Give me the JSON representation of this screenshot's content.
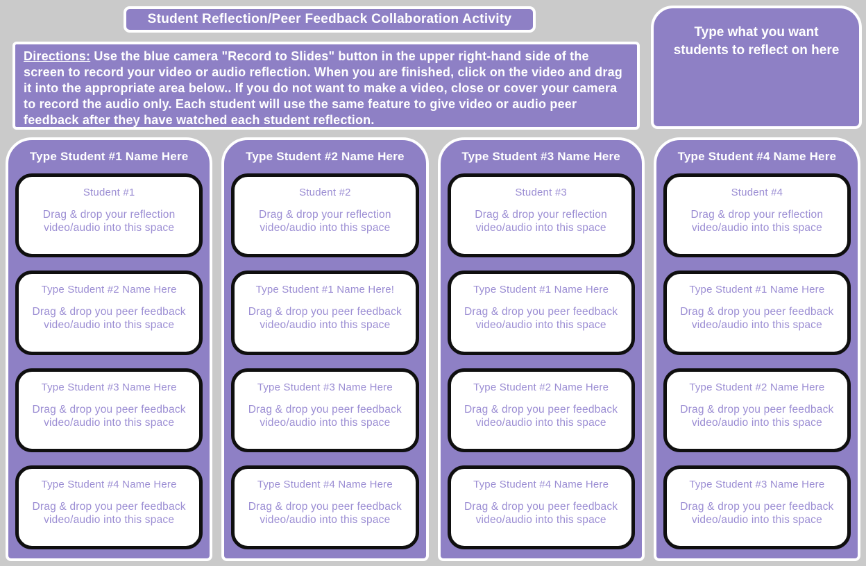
{
  "page": {
    "title": "Student Reflection/Peer Feedback Collaboration Activity"
  },
  "directions": {
    "label": "Directions:",
    "body": " Use the blue camera \"Record to Slides\" button in the upper right-hand side of the screen to record your video or audio reflection. When you are finished, click on the video and drag it into the appropriate area below.. If you do not want to make a video, close or cover your camera to record the audio only. Each student will use the same feature to give video or audio peer feedback after they have watched each student reflection."
  },
  "reflection_topic_box": {
    "text": "Type what you want students to reflect on here"
  },
  "columns": [
    {
      "header": "Type Student #1 Name Here",
      "cards": [
        {
          "title": "Student #1",
          "body": "Drag & drop your reflection video/audio into this space"
        },
        {
          "title": "Type Student #2 Name Here",
          "body": "Drag & drop you peer feedback video/audio into this space"
        },
        {
          "title": "Type Student #3 Name Here",
          "body": "Drag & drop you peer feedback video/audio into this space"
        },
        {
          "title": "Type Student #4 Name Here",
          "body": "Drag & drop you peer feedback video/audio into this space"
        }
      ]
    },
    {
      "header": "Type Student #2 Name Here",
      "cards": [
        {
          "title": "Student #2",
          "body": "Drag & drop your reflection video/audio into this space"
        },
        {
          "title": "Type Student #1 Name Here!",
          "body": "Drag & drop you peer feedback video/audio into this space"
        },
        {
          "title": "Type Student #3 Name Here",
          "body": "Drag & drop you peer feedback video/audio into this space"
        },
        {
          "title": "Type Student #4 Name Here",
          "body": "Drag & drop you peer feedback video/audio into this space"
        }
      ]
    },
    {
      "header": "Type Student #3 Name Here",
      "cards": [
        {
          "title": "Student #3",
          "body": "Drag & drop your reflection video/audio into this space"
        },
        {
          "title": "Type Student #1 Name Here",
          "body": "Drag & drop you peer feedback video/audio into this space"
        },
        {
          "title": "Type Student #2 Name Here",
          "body": "Drag & drop you peer feedback video/audio into this space"
        },
        {
          "title": "Type Student #4 Name Here",
          "body": "Drag & drop you peer feedback video/audio into this space"
        }
      ]
    },
    {
      "header": "Type Student #4 Name Here",
      "cards": [
        {
          "title": "Student #4",
          "body": "Drag & drop your reflection video/audio into this space"
        },
        {
          "title": "Type Student #1 Name Here",
          "body": "Drag & drop you peer feedback video/audio into this space"
        },
        {
          "title": "Type Student #2 Name Here",
          "body": "Drag & drop you peer feedback video/audio into this space"
        },
        {
          "title": "Type Student #3 Name Here",
          "body": "Drag & drop you peer feedback video/audio into this space"
        }
      ]
    }
  ],
  "colors": {
    "container_purple": "#8e80c5",
    "card_text_purple": "#9b8dd3",
    "background_gray": "#cacaca",
    "card_border_black": "#0f0f0f",
    "border_white": "#ffffff"
  }
}
